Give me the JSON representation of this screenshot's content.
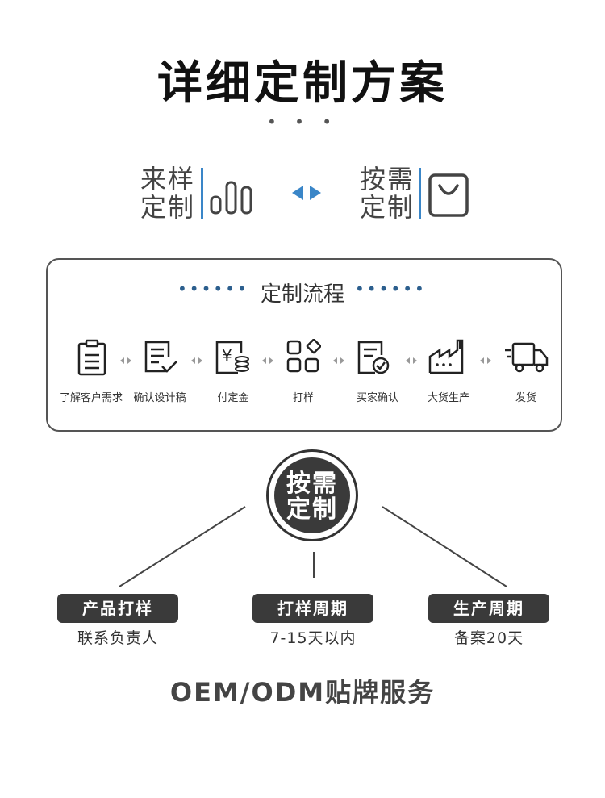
{
  "title": "详细定制方案",
  "title_dots": "• • •",
  "options": [
    {
      "line1": "来样",
      "line2": "定制",
      "icon": "bar-columns-icon"
    },
    {
      "line1": "按需",
      "line2": "定制",
      "icon": "shopping-bag-icon"
    }
  ],
  "swap_icon": "left-right-arrows-icon",
  "process": {
    "title": "定制流程",
    "dots": "••••••",
    "steps": [
      {
        "label": "了解客户需求",
        "icon": "clipboard-icon"
      },
      {
        "label": "确认设计稿",
        "icon": "document-check-icon"
      },
      {
        "label": "付定金",
        "icon": "yen-coin-icon"
      },
      {
        "label": "打样",
        "icon": "grid-shapes-icon"
      },
      {
        "label": "买家确认",
        "icon": "approval-doc-icon"
      },
      {
        "label": "大货生产",
        "icon": "factory-icon"
      },
      {
        "label": "发货",
        "icon": "truck-icon"
      }
    ]
  },
  "center": {
    "line1": "按需",
    "line2": "定制"
  },
  "pillars": [
    {
      "label": "产品打样",
      "sub": "联系负责人"
    },
    {
      "label": "打样周期",
      "sub": "7-15天以内"
    },
    {
      "label": "生产周期",
      "sub": "备案20天"
    }
  ],
  "footer": "OEM/ODM贴牌服务",
  "colors": {
    "accent_blue": "#3a86c8",
    "dark_navy": "#2c5f8e",
    "dark_gray": "#3a3a3a"
  }
}
